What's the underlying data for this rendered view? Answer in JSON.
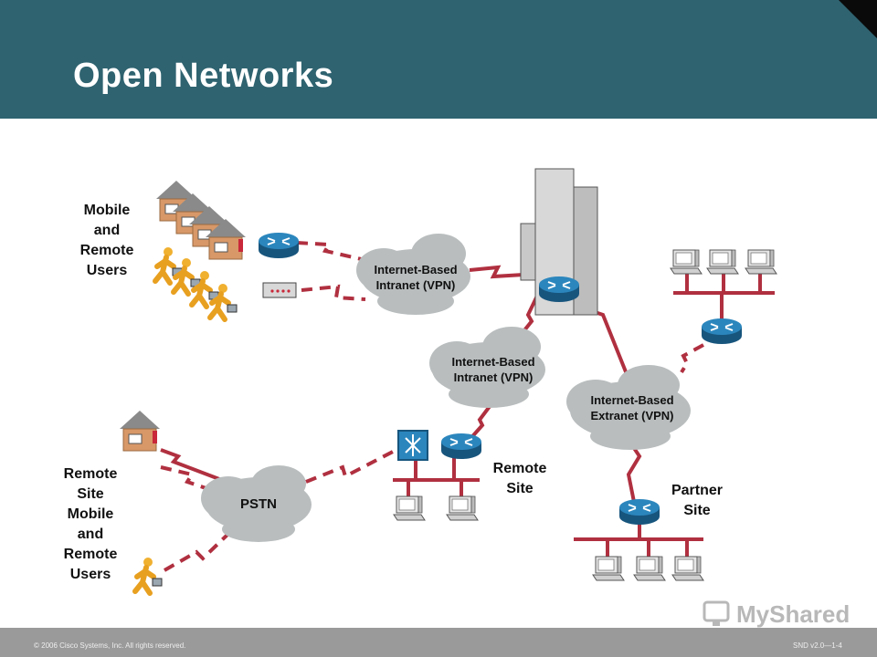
{
  "slide": {
    "title": "Open Networks"
  },
  "labels": {
    "mobile_users": [
      "Mobile",
      "and",
      "Remote",
      "Users"
    ],
    "remote_site_users": [
      "Remote",
      "Site",
      "Mobile",
      "and",
      "Remote",
      "Users"
    ],
    "remote_site": [
      "Remote",
      "Site"
    ],
    "partner_site": [
      "Partner",
      "Site"
    ]
  },
  "clouds": {
    "intranet_top": [
      "Internet-Based",
      "Intranet (VPN)"
    ],
    "intranet_mid": [
      "Internet-Based",
      "Intranet (VPN)"
    ],
    "extranet": [
      "Internet-Based",
      "Extranet (VPN)"
    ],
    "pstn": "PSTN"
  },
  "footer": {
    "copyright": "© 2006 Cisco Systems, Inc. All rights reserved.",
    "slide_ref": "SND v2.0—1-4"
  },
  "watermark": {
    "text": "MyShared"
  },
  "colors": {
    "header": "#2f6370",
    "link": "#b03040",
    "cloud": "#b9bdbe",
    "router": "#1f6fa0",
    "person": "#f0b030",
    "house": "#d89868"
  }
}
